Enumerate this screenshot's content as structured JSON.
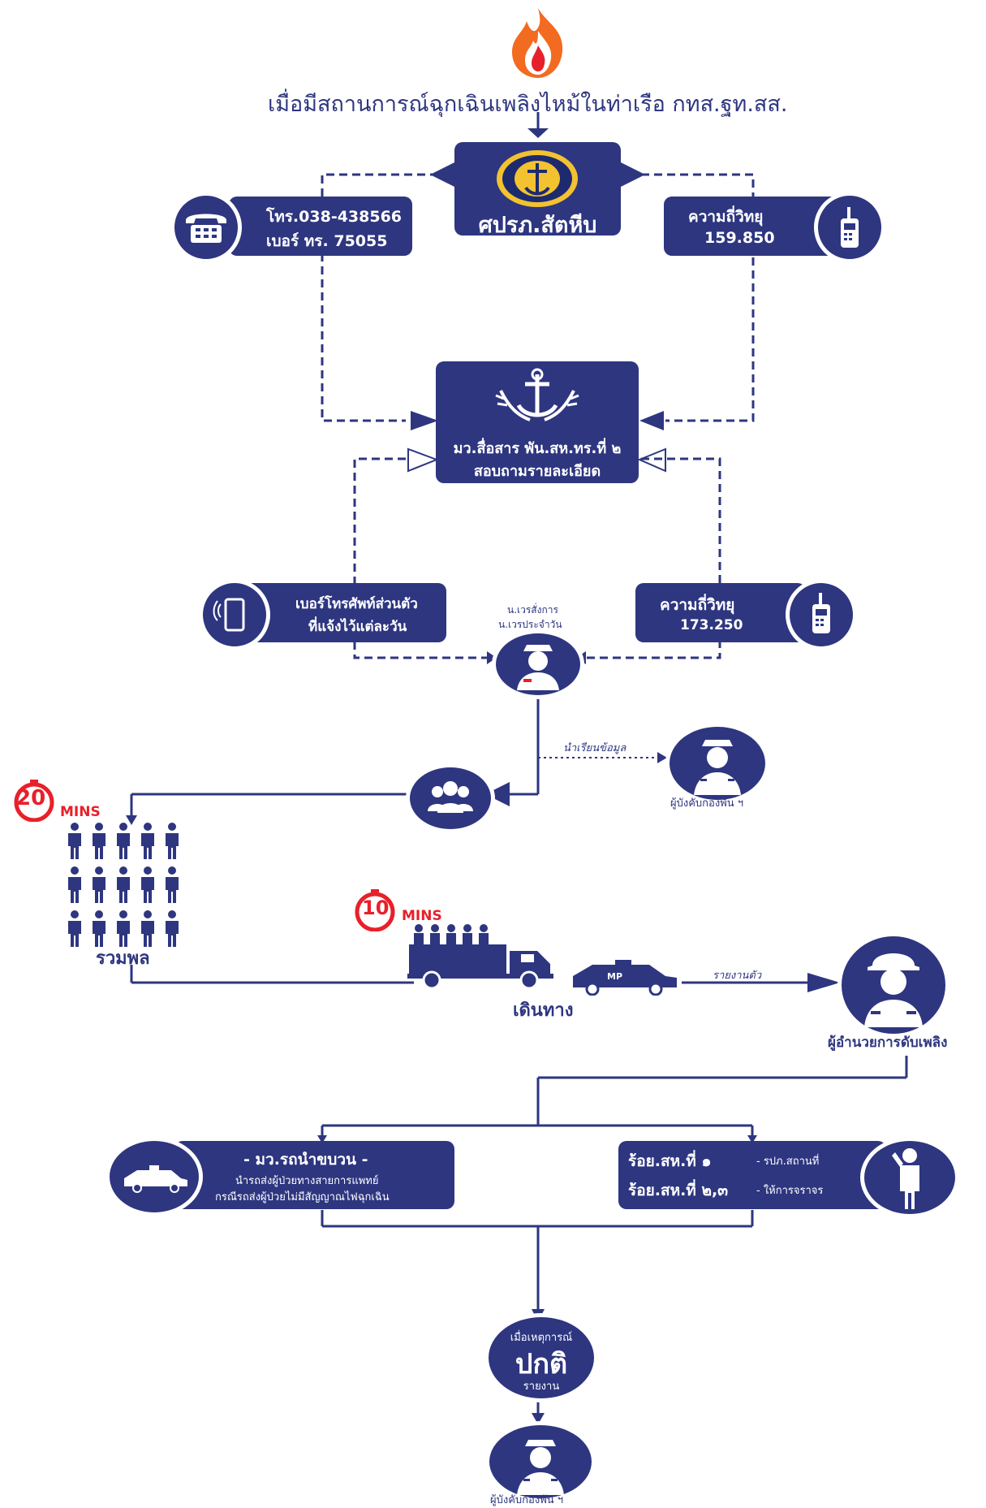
{
  "header": {
    "title": "เมื่อมีสถานการณ์ฉุกเฉินเพลิงไหม้ในท่าเรือ กทส.ฐท.สส.",
    "fire_icon": "fire-icon"
  },
  "center_top": {
    "name": "ศปรภ.สัตหีบ",
    "emblem": "naval-base-emblem"
  },
  "phone_box": {
    "line1": "โทร.038-438566",
    "line2": "เบอร์ ทร. 75055",
    "icon": "telephone-icon"
  },
  "radio_box_top": {
    "line1": "ความถี่วิทยุ",
    "line2": "159.850",
    "icon": "radio-icon"
  },
  "center_mid": {
    "line1": "มว.สื่อสาร พัน.สห.ทร.ที่ ๒",
    "line2": "สอบถามรายละเอียด",
    "emblem": "navy-emblem"
  },
  "mobile_box": {
    "line1": "เบอร์โทรศัพท์ส่วนตัว",
    "line2": "ที่แจ้งไว้แต่ละวัน",
    "icon": "mobile-phone-icon"
  },
  "radio_box_mid": {
    "line1": "ความถี่วิทยุ",
    "line2": "173.250",
    "icon": "radio-icon"
  },
  "duty_officer": {
    "label1": "น.เวรสั่งการ",
    "label2": "น.เวรประจำวัน",
    "icon": "officer-icon"
  },
  "report_info": {
    "arrow_label": "นำเรียนข้อมูล",
    "commander_label": "ผู้บังคับกองพัน ฯ"
  },
  "timer_20": {
    "value": "20",
    "unit": "MINS"
  },
  "timer_10": {
    "value": "10",
    "unit": "MINS"
  },
  "assemble_label": "รวมพล",
  "travel_label": "เดินทาง",
  "car_badge": "MP",
  "report_arrow_label": "รายงานตัว",
  "fire_commander_label": "ผู้อำนวยการดับเพลิง",
  "convoy_box": {
    "title": "- มว.รถนำขบวน -",
    "line1": "นำรถส่งผู้ป่วยทางสายการแพทย์",
    "line2": "กรณีรถส่งผู้ป่วยไม่มีสัญญาณไฟฉุกเฉิน"
  },
  "company_box": {
    "row1_main": "ร้อย.สห.ที่ ๑",
    "row1_note": "- รปภ.สถานที่",
    "row2_main": "ร้อย.สห.ที่ ๒,๓",
    "row2_note": "- ให้การจราจร"
  },
  "normal_circle": {
    "top": "เมื่อเหตุการณ์",
    "main": "ปกติ",
    "bottom": "รายงาน"
  },
  "final_commander_label": "ผู้บังคับกองพัน ฯ",
  "colors": {
    "primary": "#2e3680",
    "alert": "#e8202a",
    "fire": "#f26b21"
  }
}
